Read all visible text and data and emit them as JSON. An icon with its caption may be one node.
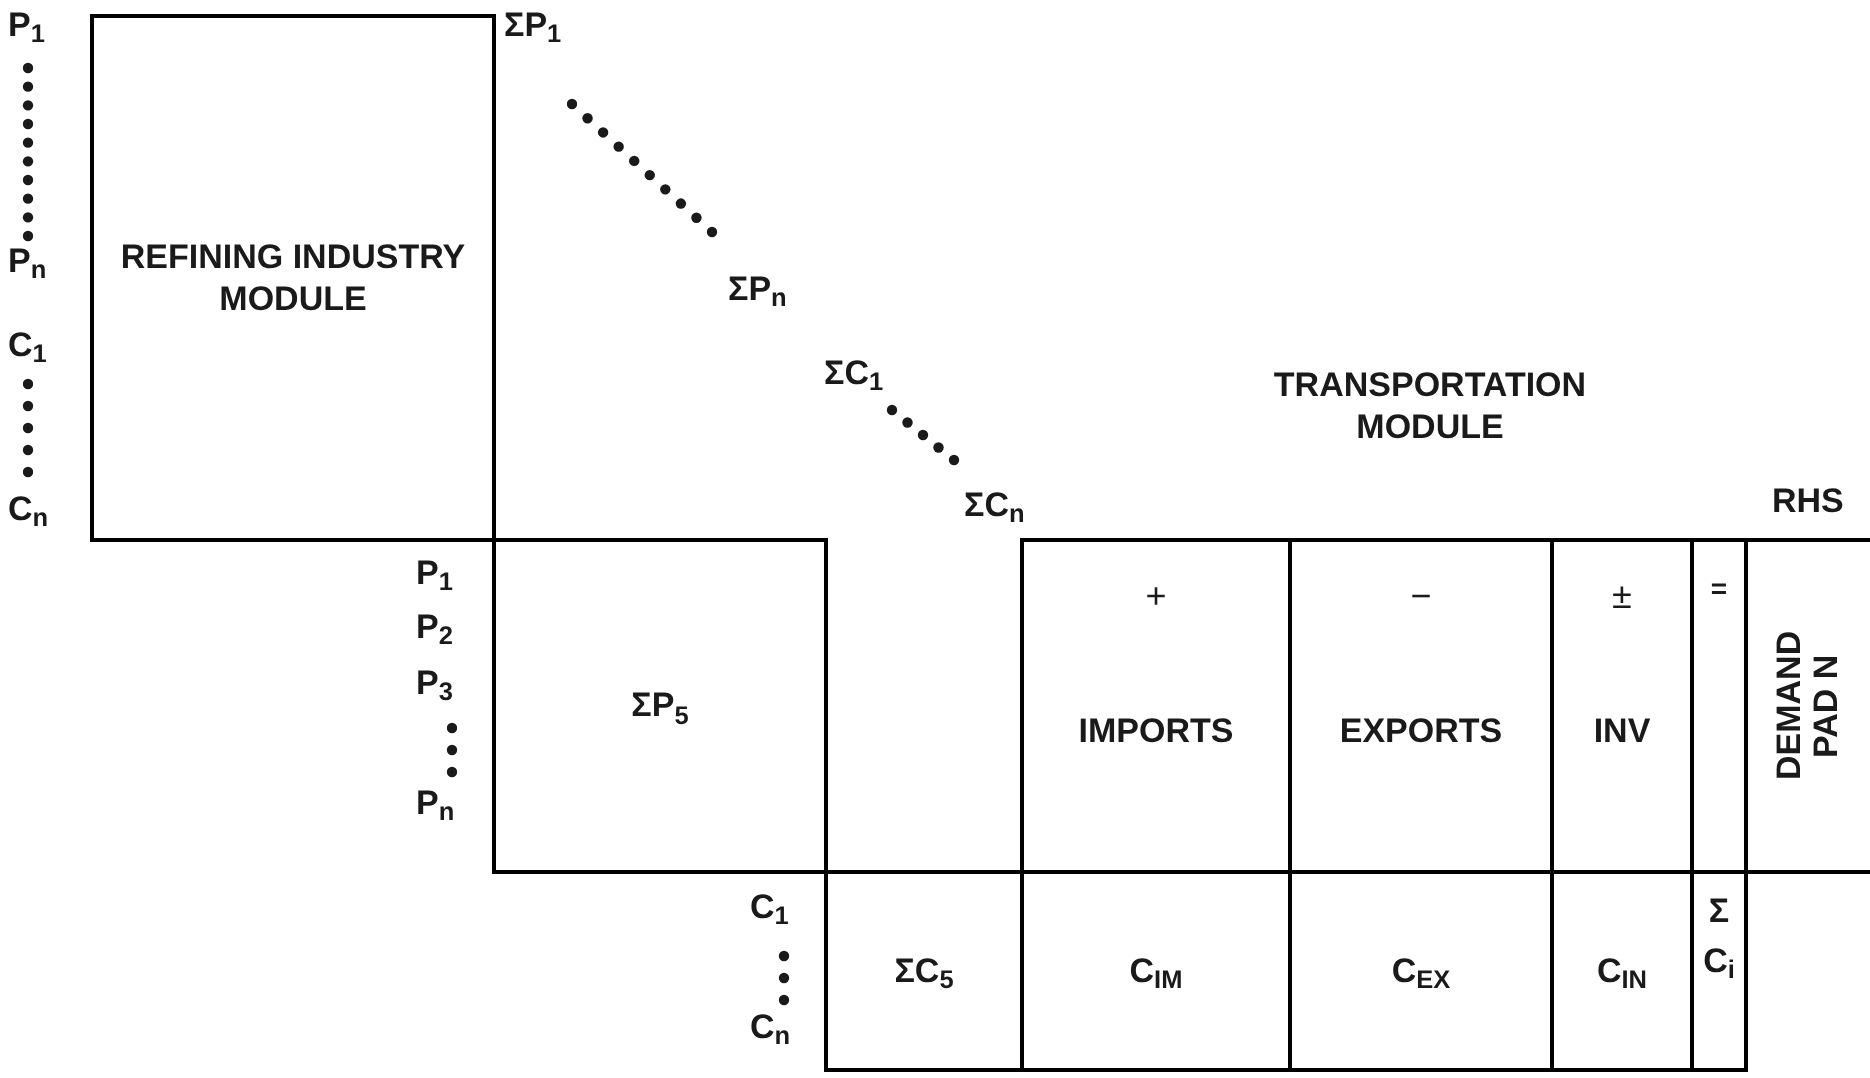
{
  "diagram": {
    "nodes": [
      {
        "text": [
          "REFINING INDUSTRY MODULE"
        ]
      },
      {
        "text": [
          "ΣP$_{5}$"
        ]
      },
      {
        "text": [
          "ΣC$_{5}$"
        ]
      },
      {
        "text": [
          "+",
          "IMPORTS"
        ]
      },
      {
        "text": [
          "−",
          "EXPORTS"
        ]
      },
      {
        "text": [
          "±",
          "INV"
        ]
      },
      {
        "text": [
          "="
        ]
      },
      {
        "text": [
          "DEMAND PAD N"
        ]
      },
      {
        "text": [
          "C$_{IM}$"
        ]
      },
      {
        "text": [
          "C$_{EX}$"
        ]
      },
      {
        "text": [
          "C$_{IN}$"
        ]
      },
      {
        "text": [
          "Σ",
          "C$_{i}$"
        ]
      }
    ],
    "labels": [
      "P$_{1}$",
      "P$_{n}$",
      "C$_{1}$",
      "C$_{n}$",
      "ΣP$_{1}$",
      "ΣP$_{n}$",
      "ΣC$_{1}$",
      "ΣC$_{n}$",
      "TRANSPORTATION MODULE",
      "RHS",
      "P$_{1}$",
      "P$_{2}$",
      "P$_{3}$",
      "P$_{n}$",
      "C$_{1}$",
      "C$_{n}$"
    ]
  }
}
